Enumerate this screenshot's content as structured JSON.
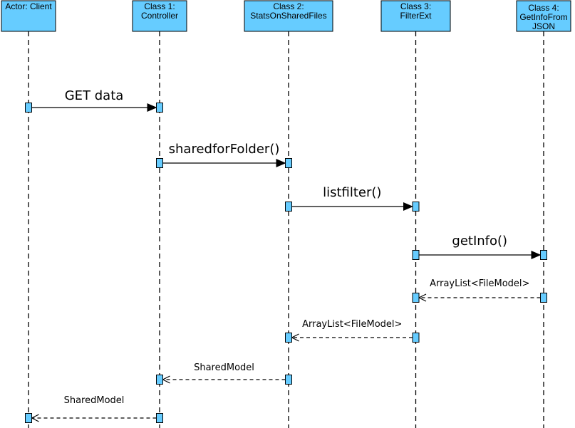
{
  "diagram": {
    "colors": {
      "participant_fill": "#66ccff",
      "activation_fill": "#66ccff",
      "stroke": "#000000"
    },
    "participants": [
      {
        "id": "client",
        "lines": [
          "Actor: Client"
        ]
      },
      {
        "id": "controller",
        "lines": [
          "Class 1:",
          "Controller"
        ]
      },
      {
        "id": "stats",
        "lines": [
          "Class 2:",
          "StatsOnSharedFiles"
        ]
      },
      {
        "id": "filter",
        "lines": [
          "Class 3:",
          "FilterExt"
        ]
      },
      {
        "id": "getinfo",
        "lines": [
          "Class 4:",
          "GetInfoFrom",
          "JSON"
        ]
      }
    ],
    "messages": [
      {
        "label": "GET data",
        "from": "client",
        "to": "controller",
        "kind": "call"
      },
      {
        "label": "sharedforFolder()",
        "from": "controller",
        "to": "stats",
        "kind": "call"
      },
      {
        "label": "listfilter()",
        "from": "stats",
        "to": "filter",
        "kind": "call"
      },
      {
        "label": "getInfo()",
        "from": "filter",
        "to": "getinfo",
        "kind": "call"
      },
      {
        "label": "ArrayList<FileModel>",
        "from": "getinfo",
        "to": "filter",
        "kind": "return"
      },
      {
        "label": "ArrayList<FileModel>",
        "from": "filter",
        "to": "stats",
        "kind": "return"
      },
      {
        "label": "SharedModel",
        "from": "stats",
        "to": "controller",
        "kind": "return"
      },
      {
        "label": "SharedModel",
        "from": "controller",
        "to": "client",
        "kind": "return"
      }
    ]
  }
}
